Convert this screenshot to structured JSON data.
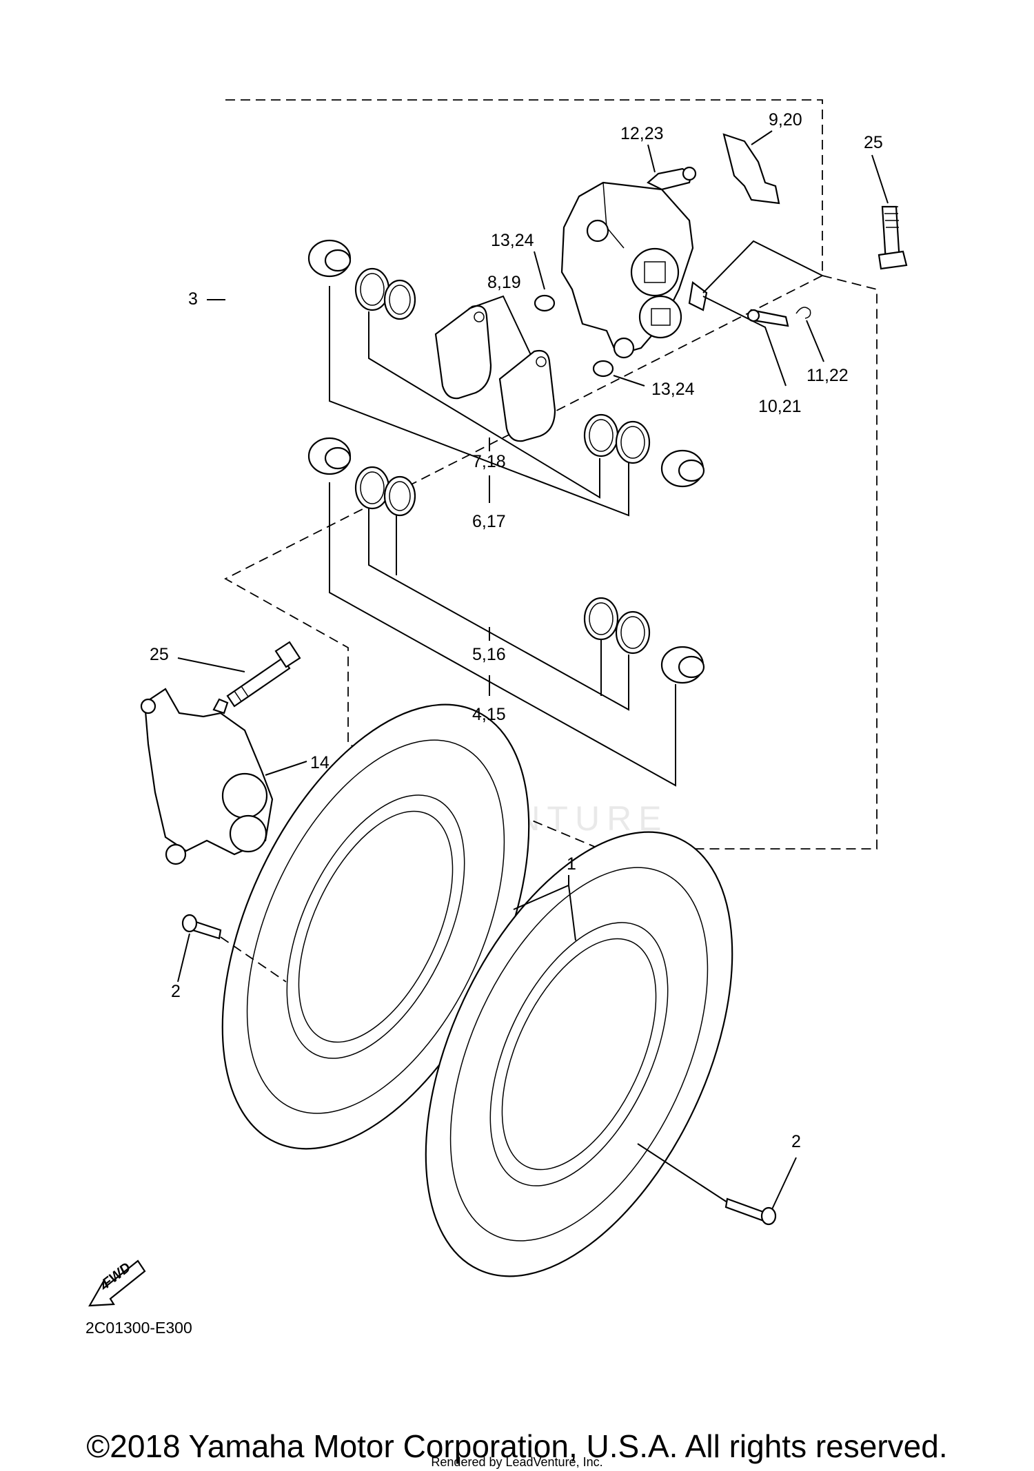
{
  "callouts": {
    "c1": "1",
    "c2a": "2",
    "c2b": "2",
    "c3": "3",
    "c4_15": "4,15",
    "c5_16": "5,16",
    "c6_17": "6,17",
    "c7_18": "7,18",
    "c8_19": "8,19",
    "c9_20": "9,20",
    "c10_21": "10,21",
    "c11_22": "11,22",
    "c12_23": "12,23",
    "c13_24a": "13,24",
    "c13_24b": "13,24",
    "c14": "14",
    "c25a": "25",
    "c25b": "25"
  },
  "fwd_label": "FWD",
  "diagram_code": "2C01300-E300",
  "watermark": "LEADVENTURE",
  "copyright": "©2018 Yamaha Motor Corporation, U.S.A. All rights reserved.",
  "rendered_by": "Rendered by LeadVenture, Inc."
}
